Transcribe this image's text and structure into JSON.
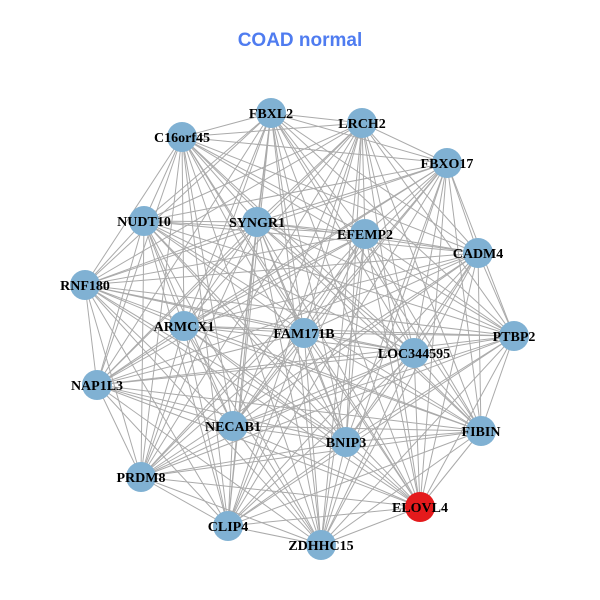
{
  "title": "COAD normal",
  "colors": {
    "node": "#80b1d3",
    "highlight": "#e41a1c",
    "edge": "#aaaaaa"
  },
  "nodes": [
    {
      "id": "FBXL2"
    },
    {
      "id": "LRCH2"
    },
    {
      "id": "C16orf45"
    },
    {
      "id": "FBXO17"
    },
    {
      "id": "NUDT10"
    },
    {
      "id": "SYNGR1"
    },
    {
      "id": "EFEMP2"
    },
    {
      "id": "CADM4"
    },
    {
      "id": "RNF180"
    },
    {
      "id": "ARMCX1"
    },
    {
      "id": "FAM171B"
    },
    {
      "id": "LOC344595"
    },
    {
      "id": "PTBP2"
    },
    {
      "id": "NAP1L3"
    },
    {
      "id": "NECAB1"
    },
    {
      "id": "BNIP3"
    },
    {
      "id": "FIBIN"
    },
    {
      "id": "PRDM8"
    },
    {
      "id": "ELOVL4",
      "highlight": true
    },
    {
      "id": "CLIP4"
    },
    {
      "id": "ZDHHC15"
    }
  ],
  "edges_complete": true
}
